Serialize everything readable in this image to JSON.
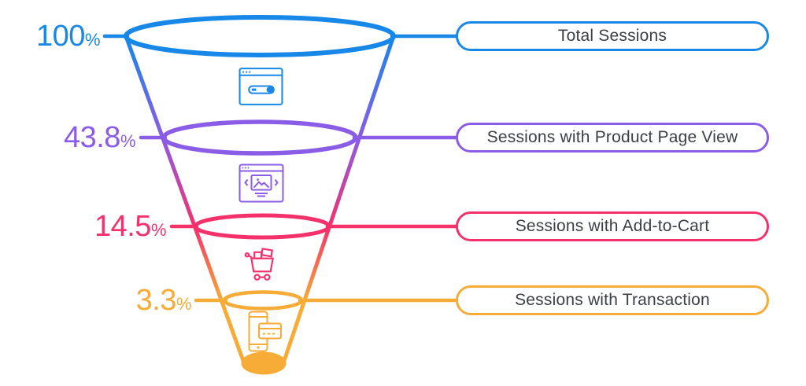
{
  "chart_data": {
    "type": "funnel",
    "title": "",
    "percent_suffix": "%",
    "stages": [
      {
        "label": "Total Sessions",
        "value": "100",
        "percent": 100,
        "color": "#1787E8",
        "icon": "browser-search-icon"
      },
      {
        "label": "Sessions with Product Page View",
        "value": "43.8",
        "percent": 43.8,
        "color": "#8B5CE6",
        "icon": "product-page-icon"
      },
      {
        "label": "Sessions with Add-to-Cart",
        "value": "14.5",
        "percent": 14.5,
        "color": "#F4316B",
        "icon": "cart-icon"
      },
      {
        "label": "Sessions with Transaction",
        "value": "3.3",
        "percent": 3.3,
        "color": "#F7AC38",
        "icon": "mobile-payment-icon"
      }
    ],
    "layout": {
      "values_position": "left",
      "labels_position": "right",
      "shape": "inverted-cone-with-level-ellipses"
    }
  },
  "colors": {
    "background": "#FFFFFF",
    "label_text": "#3C4045"
  }
}
